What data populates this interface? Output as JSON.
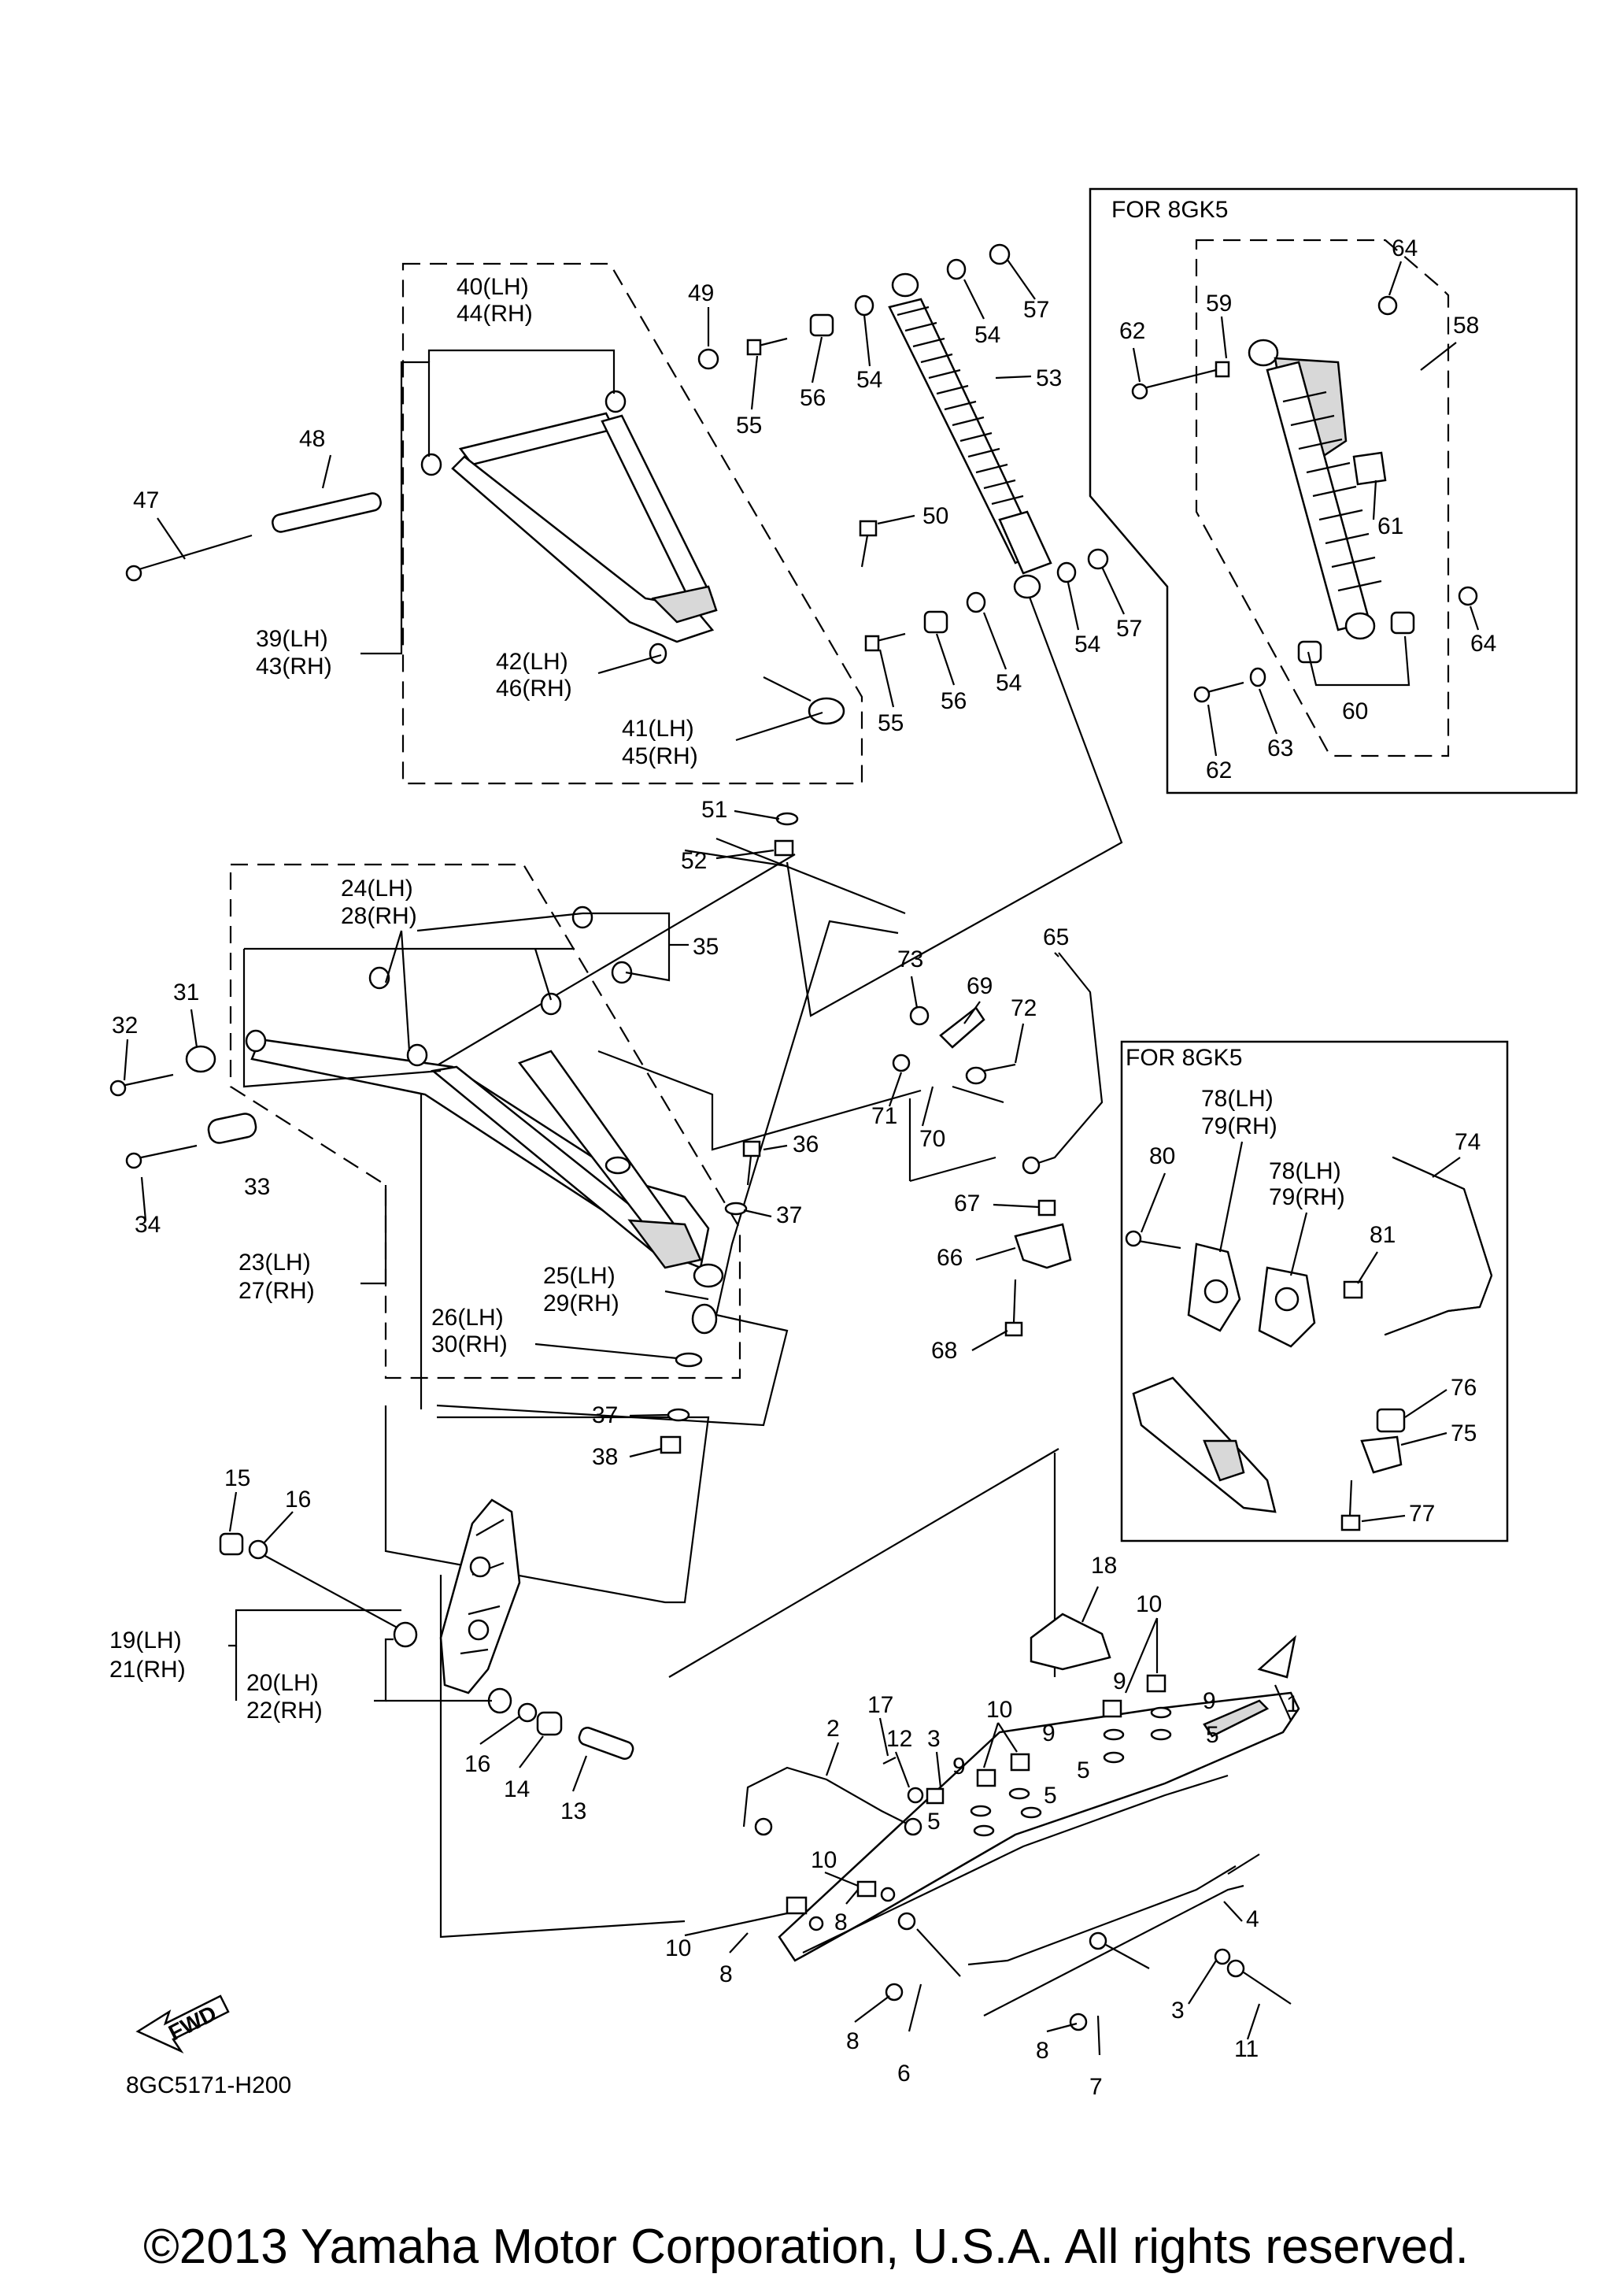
{
  "diagram": {
    "drawing_code": "8GC5171-H200",
    "variant_box_title": "FOR 8GK5",
    "fwd_label": "FWD",
    "copyright": "©2013 Yamaha Motor Corporation, U.S.A. All rights reserved."
  },
  "callouts": [
    {
      "id": "c1",
      "text": "1"
    },
    {
      "id": "c2",
      "text": "2"
    },
    {
      "id": "c3a",
      "text": "3"
    },
    {
      "id": "c3b",
      "text": "3"
    },
    {
      "id": "c4",
      "text": "4"
    },
    {
      "id": "c5a",
      "text": "5"
    },
    {
      "id": "c5b",
      "text": "5"
    },
    {
      "id": "c5c",
      "text": "5"
    },
    {
      "id": "c5d",
      "text": "5"
    },
    {
      "id": "c6",
      "text": "6"
    },
    {
      "id": "c7",
      "text": "7"
    },
    {
      "id": "c8a",
      "text": "8"
    },
    {
      "id": "c8b",
      "text": "8"
    },
    {
      "id": "c8c",
      "text": "8"
    },
    {
      "id": "c8d",
      "text": "8"
    },
    {
      "id": "c9a",
      "text": "9"
    },
    {
      "id": "c9b",
      "text": "9"
    },
    {
      "id": "c9c",
      "text": "9"
    },
    {
      "id": "c9d",
      "text": "9"
    },
    {
      "id": "c10a",
      "text": "10"
    },
    {
      "id": "c10b",
      "text": "10"
    },
    {
      "id": "c10c",
      "text": "10"
    },
    {
      "id": "c10d",
      "text": "10"
    },
    {
      "id": "c11",
      "text": "11"
    },
    {
      "id": "c12",
      "text": "12"
    },
    {
      "id": "c13",
      "text": "13"
    },
    {
      "id": "c14",
      "text": "14"
    },
    {
      "id": "c15",
      "text": "15"
    },
    {
      "id": "c16a",
      "text": "16"
    },
    {
      "id": "c16b",
      "text": "16"
    },
    {
      "id": "c17",
      "text": "17"
    },
    {
      "id": "c18",
      "text": "18"
    },
    {
      "id": "c19",
      "text": "19(LH)"
    },
    {
      "id": "c21",
      "text": "21(RH)"
    },
    {
      "id": "c20",
      "text": "20(LH)"
    },
    {
      "id": "c22",
      "text": "22(RH)"
    },
    {
      "id": "c23",
      "text": "23(LH)"
    },
    {
      "id": "c27",
      "text": "27(RH)"
    },
    {
      "id": "c24",
      "text": "24(LH)"
    },
    {
      "id": "c28",
      "text": "28(RH)"
    },
    {
      "id": "c25",
      "text": "25(LH)"
    },
    {
      "id": "c29",
      "text": "29(RH)"
    },
    {
      "id": "c26",
      "text": "26(LH)"
    },
    {
      "id": "c30",
      "text": "30(RH)"
    },
    {
      "id": "c31",
      "text": "31"
    },
    {
      "id": "c32",
      "text": "32"
    },
    {
      "id": "c33",
      "text": "33"
    },
    {
      "id": "c34",
      "text": "34"
    },
    {
      "id": "c35",
      "text": "35"
    },
    {
      "id": "c36",
      "text": "36"
    },
    {
      "id": "c37a",
      "text": "37"
    },
    {
      "id": "c37b",
      "text": "37"
    },
    {
      "id": "c38",
      "text": "38"
    },
    {
      "id": "c39",
      "text": "39(LH)"
    },
    {
      "id": "c43",
      "text": "43(RH)"
    },
    {
      "id": "c40",
      "text": "40(LH)"
    },
    {
      "id": "c44",
      "text": "44(RH)"
    },
    {
      "id": "c41",
      "text": "41(LH)"
    },
    {
      "id": "c45",
      "text": "45(RH)"
    },
    {
      "id": "c42",
      "text": "42(LH)"
    },
    {
      "id": "c46",
      "text": "46(RH)"
    },
    {
      "id": "c47",
      "text": "47"
    },
    {
      "id": "c48",
      "text": "48"
    },
    {
      "id": "c49",
      "text": "49"
    },
    {
      "id": "c50",
      "text": "50"
    },
    {
      "id": "c51",
      "text": "51"
    },
    {
      "id": "c52",
      "text": "52"
    },
    {
      "id": "c53",
      "text": "53"
    },
    {
      "id": "c54a",
      "text": "54"
    },
    {
      "id": "c54b",
      "text": "54"
    },
    {
      "id": "c54c",
      "text": "54"
    },
    {
      "id": "c54d",
      "text": "54"
    },
    {
      "id": "c55a",
      "text": "55"
    },
    {
      "id": "c55b",
      "text": "55"
    },
    {
      "id": "c56a",
      "text": "56"
    },
    {
      "id": "c56b",
      "text": "56"
    },
    {
      "id": "c57a",
      "text": "57"
    },
    {
      "id": "c57b",
      "text": "57"
    },
    {
      "id": "c58",
      "text": "58"
    },
    {
      "id": "c59",
      "text": "59"
    },
    {
      "id": "c60",
      "text": "60"
    },
    {
      "id": "c61",
      "text": "61"
    },
    {
      "id": "c62a",
      "text": "62"
    },
    {
      "id": "c62b",
      "text": "62"
    },
    {
      "id": "c63",
      "text": "63"
    },
    {
      "id": "c64a",
      "text": "64"
    },
    {
      "id": "c64b",
      "text": "64"
    },
    {
      "id": "c65",
      "text": "65"
    },
    {
      "id": "c66",
      "text": "66"
    },
    {
      "id": "c67",
      "text": "67"
    },
    {
      "id": "c68",
      "text": "68"
    },
    {
      "id": "c69",
      "text": "69"
    },
    {
      "id": "c70",
      "text": "70"
    },
    {
      "id": "c71",
      "text": "71"
    },
    {
      "id": "c72",
      "text": "72"
    },
    {
      "id": "c73",
      "text": "73"
    },
    {
      "id": "c74",
      "text": "74"
    },
    {
      "id": "c75",
      "text": "75"
    },
    {
      "id": "c76",
      "text": "76"
    },
    {
      "id": "c77",
      "text": "77"
    },
    {
      "id": "c78a",
      "text": "78(LH)"
    },
    {
      "id": "c79a",
      "text": "79(RH)"
    },
    {
      "id": "c78b",
      "text": "78(LH)"
    },
    {
      "id": "c79b",
      "text": "79(RH)"
    },
    {
      "id": "c80",
      "text": "80"
    },
    {
      "id": "c81",
      "text": "81"
    }
  ]
}
